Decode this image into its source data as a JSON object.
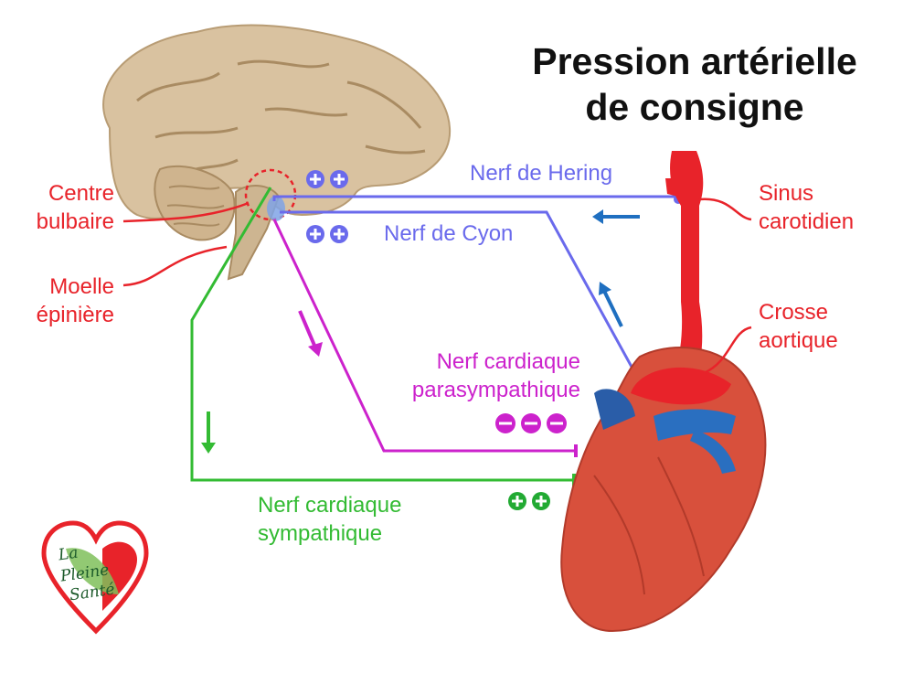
{
  "title_line1": "Pression artérielle",
  "title_line2": "de consigne",
  "labels": {
    "centre_bulbaire_1": "Centre",
    "centre_bulbaire_2": "bulbaire",
    "moelle_1": "Moelle",
    "moelle_2": "épinière",
    "sinus_1": "Sinus",
    "sinus_2": "carotidien",
    "crosse_1": "Crosse",
    "crosse_2": "aortique",
    "nerf_hering": "Nerf de Hering",
    "nerf_cyon": "Nerf de Cyon",
    "parasym_1": "Nerf cardiaque",
    "parasym_2": "parasympathique",
    "sym_1": "Nerf cardiaque",
    "sym_2": "sympathique"
  },
  "logo": {
    "line1": "La",
    "line2": "Pleine",
    "line3": "Santé"
  },
  "colors": {
    "red": "#e8232a",
    "hering_cyon": "#6a6aec",
    "parasympathetic": "#cc22cc",
    "sympathetic": "#33bb33",
    "arrow_blue": "#1f6fc0",
    "brain": "#d9c2a0",
    "heart": "#d8503c"
  }
}
